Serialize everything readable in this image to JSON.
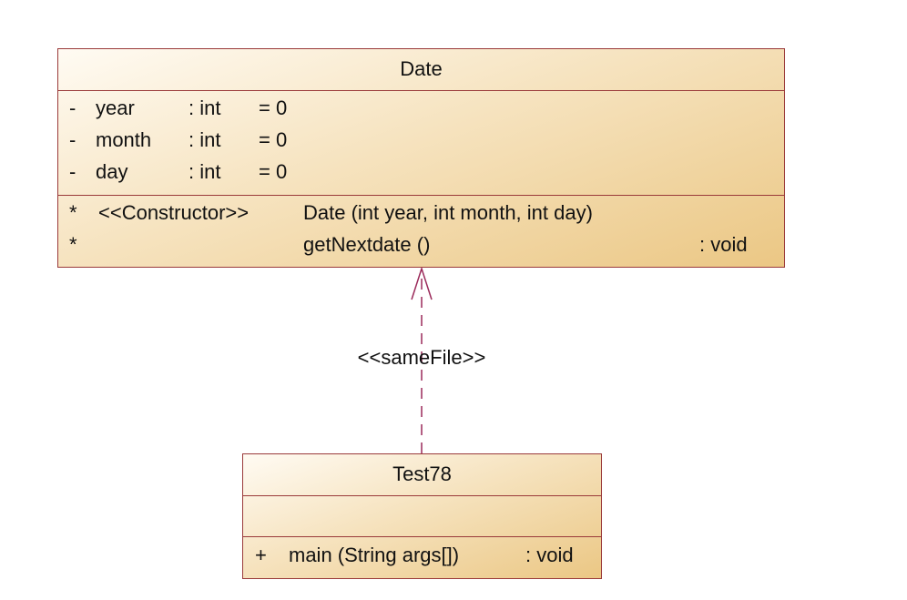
{
  "classes": {
    "date": {
      "name": "Date",
      "attributes": [
        {
          "visibility": "-",
          "name": "year",
          "type": ": int",
          "default": "= 0"
        },
        {
          "visibility": "-",
          "name": "month",
          "type": ": int",
          "default": "= 0"
        },
        {
          "visibility": "-",
          "name": "day",
          "type": ": int",
          "default": "= 0"
        }
      ],
      "operations": [
        {
          "visibility": "*",
          "stereotype": "<<Constructor>>",
          "signature": "Date (int year, int month, int day)",
          "return": ""
        },
        {
          "visibility": "*",
          "stereotype": "",
          "signature": "getNextdate ()",
          "return": ": void"
        }
      ]
    },
    "test78": {
      "name": "Test78",
      "attributes": [],
      "operations": [
        {
          "visibility": "+",
          "signature": "main (String args[])",
          "return": ": void"
        }
      ]
    }
  },
  "relations": [
    {
      "type": "dependency",
      "from": "Test78",
      "to": "Date",
      "stereotype": "<<sameFile>>",
      "color": "#9b2a5a"
    }
  ],
  "colors": {
    "border": "#9a3a3a",
    "fill_light": "#fffbf3",
    "fill_dark": "#ebc784"
  }
}
